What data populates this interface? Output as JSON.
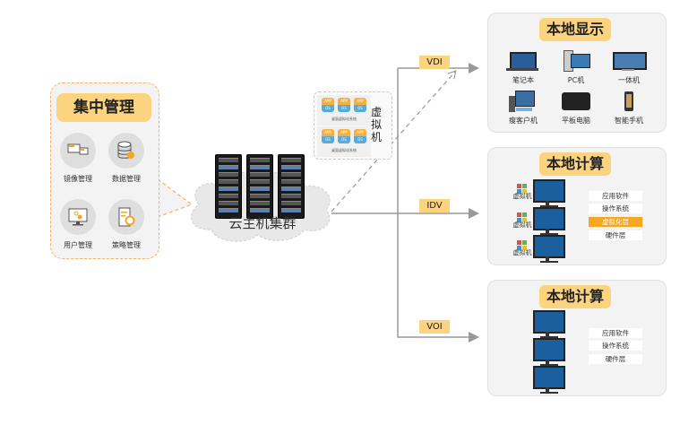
{
  "colors": {
    "accent_yellow": "#fcd37e",
    "highlight_orange": "#f5a623",
    "line_gray": "#999999",
    "panel_bg": "#f3f3f3",
    "dash_orange": "#f5b066"
  },
  "management": {
    "title": "集中管理",
    "items": [
      {
        "label": "镜像管理",
        "icon": "image-management-icon"
      },
      {
        "label": "数据管理",
        "icon": "database-gear-icon"
      },
      {
        "label": "用户管理",
        "icon": "user-monitor-icon"
      },
      {
        "label": "策略管理",
        "icon": "policy-document-gear-icon"
      }
    ]
  },
  "cloud": {
    "label": "云主机集群"
  },
  "virtual_machines": {
    "vertical_label": "虚拟机",
    "groups": [
      {
        "label": "桌面虚拟化系统",
        "hex_top": "APP",
        "hex_bottom": "OS"
      },
      {
        "label": "桌面虚拟化系统",
        "hex_top": "APP",
        "hex_bottom": "OS"
      }
    ]
  },
  "protocols": {
    "vdi": "VDI",
    "idv": "IDV",
    "voi": "VOI"
  },
  "local_display": {
    "title": "本地显示",
    "devices": [
      {
        "label": "笔记本",
        "icon": "laptop-icon"
      },
      {
        "label": "PC机",
        "icon": "desktop-pc-icon"
      },
      {
        "label": "一体机",
        "icon": "all-in-one-icon"
      },
      {
        "label": "瘦客户机",
        "icon": "thin-client-icon"
      },
      {
        "label": "平板电脑",
        "icon": "tablet-icon"
      },
      {
        "label": "智能手机",
        "icon": "smartphone-icon"
      }
    ]
  },
  "local_compute_idv": {
    "title": "本地计算",
    "vm_label": "虚拟机",
    "layers": [
      "应用软件",
      "操作系统",
      "虚拟化层",
      "硬件层"
    ],
    "highlight_layer": "虚拟化层"
  },
  "local_compute_voi": {
    "title": "本地计算",
    "layers": [
      "应用软件",
      "操作系统",
      "硬件层"
    ]
  }
}
